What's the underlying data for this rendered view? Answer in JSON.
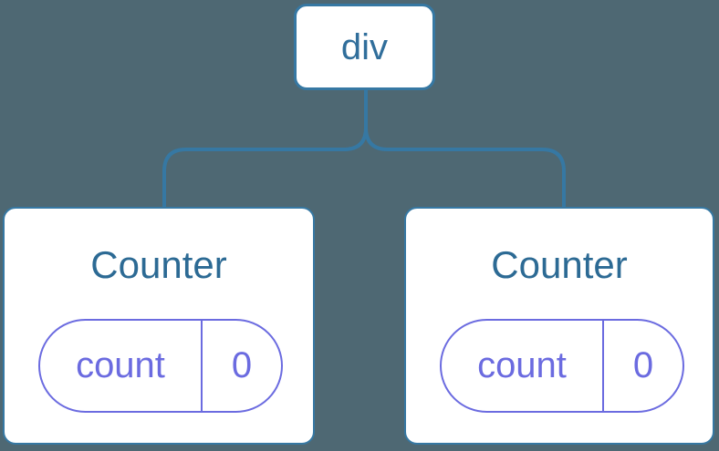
{
  "colors": {
    "background": "#4e6873",
    "node_border_blue": "#3678a3",
    "node_text_blue": "#2c6a94",
    "state_purple": "#6b6be0",
    "node_fill": "#ffffff"
  },
  "tree": {
    "root": {
      "label": "div"
    },
    "children": [
      {
        "title": "Counter",
        "state": {
          "key": "count",
          "value": "0"
        }
      },
      {
        "title": "Counter",
        "state": {
          "key": "count",
          "value": "0"
        }
      }
    ]
  }
}
